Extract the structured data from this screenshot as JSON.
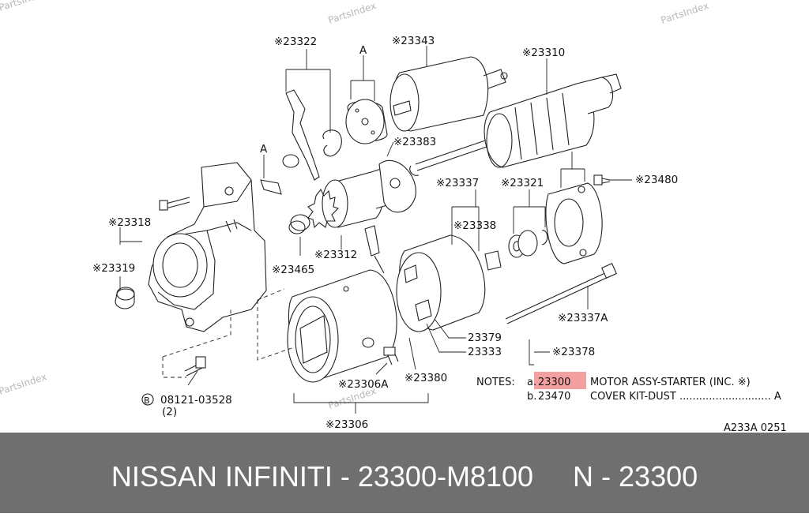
{
  "watermark": "PartsIndex",
  "parts": {
    "p23322": "※23322",
    "p23343": "※23343",
    "p23310": "※23310",
    "p23383": "※23383",
    "p23480": "※23480",
    "p23337": "※23337",
    "p23321": "※23321",
    "p23318": "※23318",
    "p23338": "※23338",
    "p23312": "※23312",
    "p23319": "※23319",
    "p23465": "※23465",
    "p23337a": "※23337A",
    "p23379": "23379",
    "p23333": "23333",
    "p23378": "※23378",
    "p23380": "※23380",
    "p23306a": "※23306A",
    "p23306": "※23306",
    "bolt_code": "08121-03528",
    "bolt_qty": "(2)",
    "bolt_prefix": "B",
    "ref_a1": "A",
    "ref_a2": "A"
  },
  "notes": {
    "label": "NOTES:",
    "line_a_marker": "a.",
    "line_a_part": "23300",
    "line_a_text": "MOTOR ASSY-STARTER (INC. ※)",
    "line_b_marker": "b.",
    "line_b_part": "23470",
    "line_b_text": "COVER KIT-DUST ............................ A"
  },
  "diagram_code": "A233A 0251",
  "highlight_color": "#f4a0a0",
  "footer": {
    "title": "NISSAN INFINITI - 23300-M8100     N - 23300",
    "background": "#6f6f6f"
  }
}
